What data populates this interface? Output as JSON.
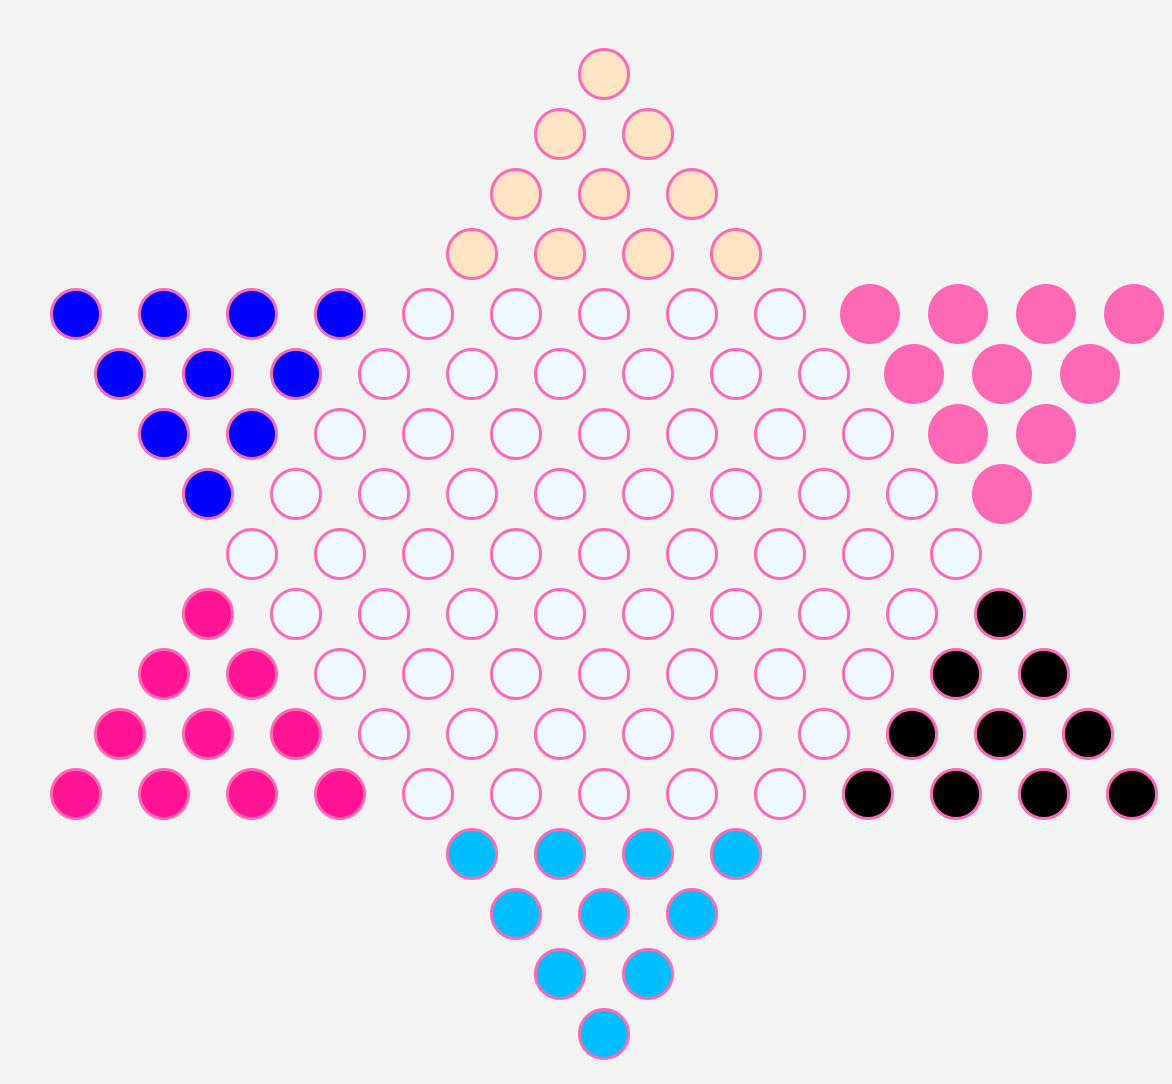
{
  "palette": {
    "empty": "#f0f8ff",
    "peach": "#ffe4c4",
    "blue": "#0000ff",
    "hotpink": "#ff69b4",
    "deeppink": "#ff1493",
    "black": "#000000",
    "skyblue": "#00bfff",
    "ring": "#ff69b4"
  },
  "rows": [
    [
      "peach"
    ],
    [
      "peach",
      "peach"
    ],
    [
      "peach",
      "peach",
      "peach"
    ],
    [
      "peach",
      "peach",
      "peach",
      "peach"
    ],
    [
      "blue",
      "blue",
      "blue",
      "blue",
      "empty",
      "empty",
      "empty",
      "empty",
      "empty",
      "hotpink",
      "hotpink",
      "hotpink",
      "hotpink"
    ],
    [
      "blue",
      "blue",
      "blue",
      "empty",
      "empty",
      "empty",
      "empty",
      "empty",
      "empty",
      "hotpink",
      "hotpink",
      "hotpink"
    ],
    [
      "blue",
      "blue",
      "empty",
      "empty",
      "empty",
      "empty",
      "empty",
      "empty",
      "empty",
      "hotpink",
      "hotpink"
    ],
    [
      "blue",
      "empty",
      "empty",
      "empty",
      "empty",
      "empty",
      "empty",
      "empty",
      "empty",
      "hotpink"
    ],
    [
      "empty",
      "empty",
      "empty",
      "empty",
      "empty",
      "empty",
      "empty",
      "empty",
      "empty"
    ],
    [
      "deeppink",
      "empty",
      "empty",
      "empty",
      "empty",
      "empty",
      "empty",
      "empty",
      "empty",
      "black"
    ],
    [
      "deeppink",
      "deeppink",
      "empty",
      "empty",
      "empty",
      "empty",
      "empty",
      "empty",
      "empty",
      "black",
      "black"
    ],
    [
      "deeppink",
      "deeppink",
      "deeppink",
      "empty",
      "empty",
      "empty",
      "empty",
      "empty",
      "empty",
      "black",
      "black",
      "black"
    ],
    [
      "deeppink",
      "deeppink",
      "deeppink",
      "deeppink",
      "empty",
      "empty",
      "empty",
      "empty",
      "empty",
      "black",
      "black",
      "black",
      "black"
    ],
    [
      "skyblue",
      "skyblue",
      "skyblue",
      "skyblue"
    ],
    [
      "skyblue",
      "skyblue",
      "skyblue"
    ],
    [
      "skyblue",
      "skyblue"
    ],
    [
      "skyblue"
    ]
  ]
}
